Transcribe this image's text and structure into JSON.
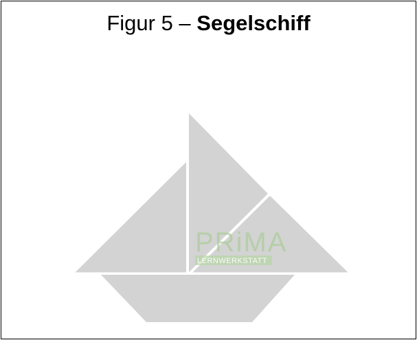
{
  "title": {
    "prefix": "Figur 5 – ",
    "emphasis": "Segelschiff"
  },
  "watermark": {
    "logo_word": "PRiMA",
    "logo_tagline": "LERNWERKSTATT"
  },
  "colors": {
    "piece_fill": "#d3d3d3",
    "gap_stroke": "#ffffff",
    "logo_green": "#9bc88a",
    "logo_blue": "#a9c8dc",
    "frame": "#000000"
  }
}
